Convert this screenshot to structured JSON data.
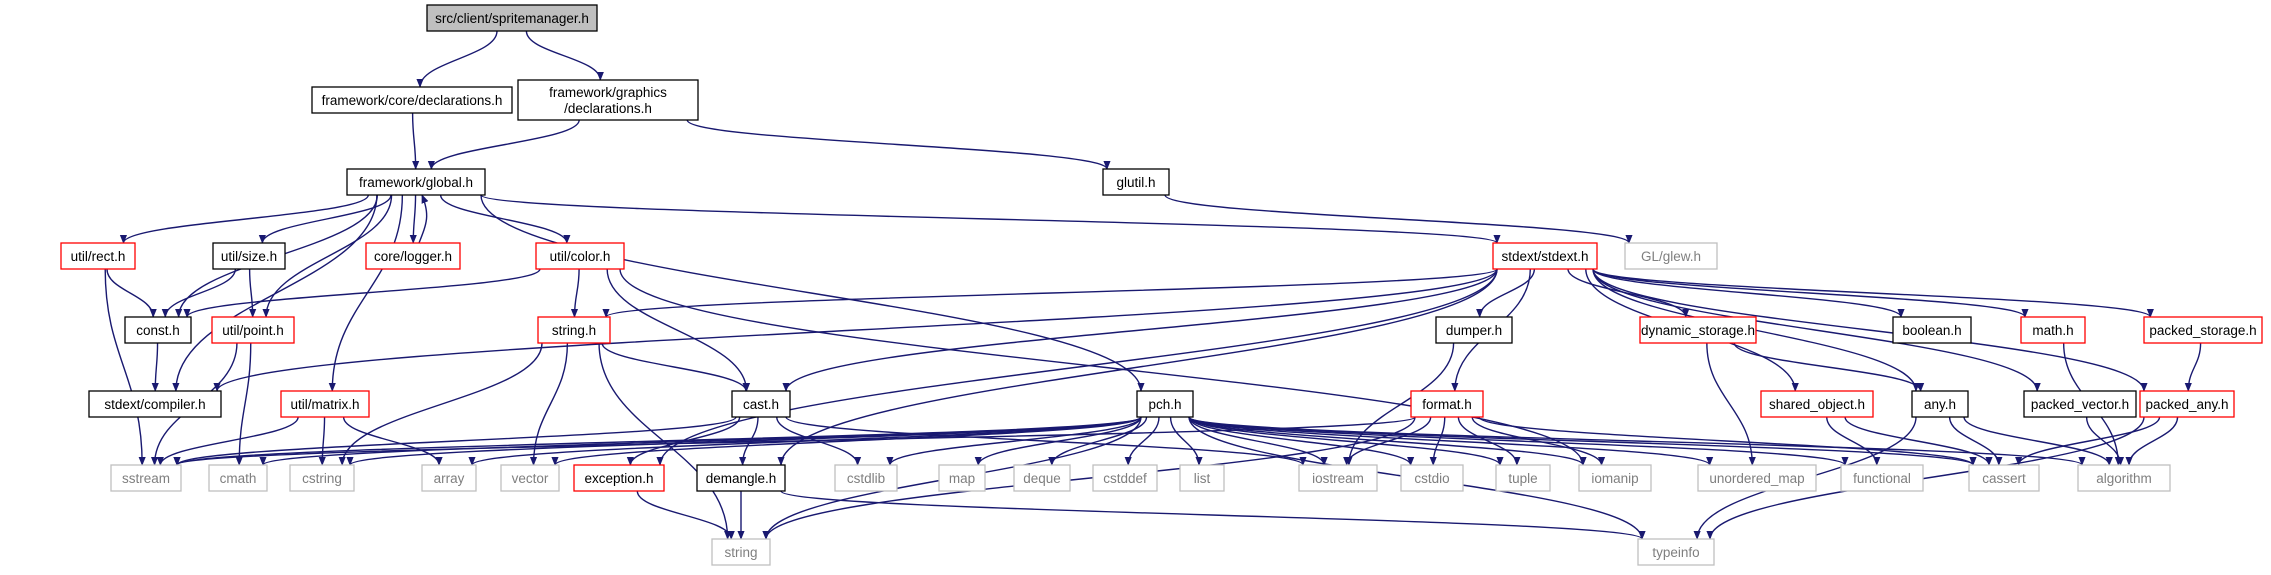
{
  "colors": {
    "edge": "#191970",
    "root_fill": "#bfbfbf",
    "normal_border": "#000000",
    "documented_border": "#ff0000",
    "external_border": "#bfbfbf",
    "external_text": "#7f7f7f"
  },
  "nodes": {
    "root": {
      "lines": [
        "src/client/spritemanager.h"
      ],
      "kind": "root"
    },
    "core_decl": {
      "lines": [
        "framework/core/declarations.h"
      ],
      "kind": "normal"
    },
    "gfx_decl": {
      "lines": [
        "framework/graphics",
        "/declarations.h"
      ],
      "kind": "normal"
    },
    "global": {
      "lines": [
        "framework/global.h"
      ],
      "kind": "normal"
    },
    "glutil": {
      "lines": [
        "glutil.h"
      ],
      "kind": "normal"
    },
    "glew": {
      "lines": [
        "GL/glew.h"
      ],
      "kind": "external"
    },
    "rect": {
      "lines": [
        "util/rect.h"
      ],
      "kind": "documented"
    },
    "size": {
      "lines": [
        "util/size.h"
      ],
      "kind": "normal"
    },
    "logger": {
      "lines": [
        "core/logger.h"
      ],
      "kind": "documented"
    },
    "color": {
      "lines": [
        "util/color.h"
      ],
      "kind": "documented"
    },
    "stdext": {
      "lines": [
        "stdext/stdext.h"
      ],
      "kind": "documented"
    },
    "const": {
      "lines": [
        "const.h"
      ],
      "kind": "normal"
    },
    "point": {
      "lines": [
        "util/point.h"
      ],
      "kind": "documented"
    },
    "stringh": {
      "lines": [
        "string.h"
      ],
      "kind": "documented"
    },
    "compiler": {
      "lines": [
        "stdext/compiler.h"
      ],
      "kind": "normal"
    },
    "matrix": {
      "lines": [
        "util/matrix.h"
      ],
      "kind": "documented"
    },
    "cast": {
      "lines": [
        "cast.h"
      ],
      "kind": "normal"
    },
    "pch": {
      "lines": [
        "pch.h"
      ],
      "kind": "normal"
    },
    "dumper": {
      "lines": [
        "dumper.h"
      ],
      "kind": "normal"
    },
    "dynstorage": {
      "lines": [
        "dynamic_storage.h"
      ],
      "kind": "documented"
    },
    "boolean": {
      "lines": [
        "boolean.h"
      ],
      "kind": "normal"
    },
    "math": {
      "lines": [
        "math.h"
      ],
      "kind": "documented"
    },
    "packedstorage": {
      "lines": [
        "packed_storage.h"
      ],
      "kind": "documented"
    },
    "format": {
      "lines": [
        "format.h"
      ],
      "kind": "documented"
    },
    "sharedobj": {
      "lines": [
        "shared_object.h"
      ],
      "kind": "documented"
    },
    "any": {
      "lines": [
        "any.h"
      ],
      "kind": "normal"
    },
    "packedvector": {
      "lines": [
        "packed_vector.h"
      ],
      "kind": "normal"
    },
    "packedany": {
      "lines": [
        "packed_any.h"
      ],
      "kind": "documented"
    },
    "sstream": {
      "lines": [
        "sstream"
      ],
      "kind": "external"
    },
    "cmath": {
      "lines": [
        "cmath"
      ],
      "kind": "external"
    },
    "cstring": {
      "lines": [
        "cstring"
      ],
      "kind": "external"
    },
    "array": {
      "lines": [
        "array"
      ],
      "kind": "external"
    },
    "vector": {
      "lines": [
        "vector"
      ],
      "kind": "external"
    },
    "exception": {
      "lines": [
        "exception.h"
      ],
      "kind": "documented"
    },
    "demangle": {
      "lines": [
        "demangle.h"
      ],
      "kind": "normal"
    },
    "cstdlib": {
      "lines": [
        "cstdlib"
      ],
      "kind": "external"
    },
    "map": {
      "lines": [
        "map"
      ],
      "kind": "external"
    },
    "deque": {
      "lines": [
        "deque"
      ],
      "kind": "external"
    },
    "cstddef": {
      "lines": [
        "cstddef"
      ],
      "kind": "external"
    },
    "list": {
      "lines": [
        "list"
      ],
      "kind": "external"
    },
    "iostream": {
      "lines": [
        "iostream"
      ],
      "kind": "external"
    },
    "cstdio": {
      "lines": [
        "cstdio"
      ],
      "kind": "external"
    },
    "tuple": {
      "lines": [
        "tuple"
      ],
      "kind": "external"
    },
    "iomanip": {
      "lines": [
        "iomanip"
      ],
      "kind": "external"
    },
    "unordered_map": {
      "lines": [
        "unordered_map"
      ],
      "kind": "external"
    },
    "functional": {
      "lines": [
        "functional"
      ],
      "kind": "external"
    },
    "cassert": {
      "lines": [
        "cassert"
      ],
      "kind": "external"
    },
    "algorithm": {
      "lines": [
        "algorithm"
      ],
      "kind": "external"
    },
    "string": {
      "lines": [
        "string"
      ],
      "kind": "external"
    },
    "typeinfo": {
      "lines": [
        "typeinfo"
      ],
      "kind": "external"
    }
  },
  "edges": [
    [
      "root",
      "core_decl"
    ],
    [
      "root",
      "gfx_decl"
    ],
    [
      "core_decl",
      "global"
    ],
    [
      "gfx_decl",
      "global"
    ],
    [
      "gfx_decl",
      "glutil"
    ],
    [
      "glutil",
      "glew"
    ],
    [
      "global",
      "rect"
    ],
    [
      "global",
      "size"
    ],
    [
      "global",
      "logger"
    ],
    [
      "global",
      "color"
    ],
    [
      "global",
      "stdext"
    ],
    [
      "global",
      "const"
    ],
    [
      "global",
      "point"
    ],
    [
      "global",
      "compiler"
    ],
    [
      "global",
      "matrix"
    ],
    [
      "global",
      "pch"
    ],
    [
      "logger",
      "global"
    ],
    [
      "rect",
      "const"
    ],
    [
      "rect",
      "sstream"
    ],
    [
      "size",
      "const"
    ],
    [
      "size",
      "point"
    ],
    [
      "color",
      "const"
    ],
    [
      "color",
      "stringh"
    ],
    [
      "color",
      "cast"
    ],
    [
      "color",
      "iomanip"
    ],
    [
      "point",
      "sstream"
    ],
    [
      "point",
      "cmath"
    ],
    [
      "const",
      "compiler"
    ],
    [
      "matrix",
      "sstream"
    ],
    [
      "matrix",
      "cstring"
    ],
    [
      "matrix",
      "array"
    ],
    [
      "stringh",
      "cast"
    ],
    [
      "stringh",
      "cstring"
    ],
    [
      "stringh",
      "vector"
    ],
    [
      "stringh",
      "string"
    ],
    [
      "cast",
      "sstream"
    ],
    [
      "cast",
      "exception"
    ],
    [
      "cast",
      "demangle"
    ],
    [
      "cast",
      "cstdlib"
    ],
    [
      "cast",
      "iostream"
    ],
    [
      "stdext",
      "compiler"
    ],
    [
      "stdext",
      "stringh"
    ],
    [
      "stdext",
      "cast"
    ],
    [
      "stdext",
      "exception"
    ],
    [
      "stdext",
      "demangle"
    ],
    [
      "stdext",
      "dumper"
    ],
    [
      "stdext",
      "dynstorage"
    ],
    [
      "stdext",
      "boolean"
    ],
    [
      "stdext",
      "math"
    ],
    [
      "stdext",
      "packedstorage"
    ],
    [
      "stdext",
      "format"
    ],
    [
      "stdext",
      "sharedobj"
    ],
    [
      "stdext",
      "any"
    ],
    [
      "stdext",
      "packedvector"
    ],
    [
      "stdext",
      "packedany"
    ],
    [
      "pch",
      "sstream"
    ],
    [
      "pch",
      "cmath"
    ],
    [
      "pch",
      "cstring"
    ],
    [
      "pch",
      "array"
    ],
    [
      "pch",
      "vector"
    ],
    [
      "pch",
      "cstdlib"
    ],
    [
      "pch",
      "map"
    ],
    [
      "pch",
      "deque"
    ],
    [
      "pch",
      "cstddef"
    ],
    [
      "pch",
      "list"
    ],
    [
      "pch",
      "iostream"
    ],
    [
      "pch",
      "cstdio"
    ],
    [
      "pch",
      "tuple"
    ],
    [
      "pch",
      "iomanip"
    ],
    [
      "pch",
      "unordered_map"
    ],
    [
      "pch",
      "functional"
    ],
    [
      "pch",
      "cassert"
    ],
    [
      "pch",
      "algorithm"
    ],
    [
      "pch",
      "string"
    ],
    [
      "pch",
      "typeinfo"
    ],
    [
      "dumper",
      "iostream"
    ],
    [
      "dynstorage",
      "any"
    ],
    [
      "dynstorage",
      "unordered_map"
    ],
    [
      "math",
      "algorithm"
    ],
    [
      "packedstorage",
      "packedany"
    ],
    [
      "format",
      "iostream"
    ],
    [
      "format",
      "cstdio"
    ],
    [
      "format",
      "tuple"
    ],
    [
      "format",
      "iomanip"
    ],
    [
      "format",
      "cassert"
    ],
    [
      "format",
      "sstream"
    ],
    [
      "format",
      "string"
    ],
    [
      "sharedobj",
      "functional"
    ],
    [
      "sharedobj",
      "cassert"
    ],
    [
      "any",
      "cassert"
    ],
    [
      "any",
      "algorithm"
    ],
    [
      "any",
      "typeinfo"
    ],
    [
      "packedvector",
      "algorithm"
    ],
    [
      "packedany",
      "cassert"
    ],
    [
      "packedany",
      "algorithm"
    ],
    [
      "packedany",
      "typeinfo"
    ],
    [
      "exception",
      "string"
    ],
    [
      "demangle",
      "string"
    ],
    [
      "demangle",
      "typeinfo"
    ]
  ]
}
